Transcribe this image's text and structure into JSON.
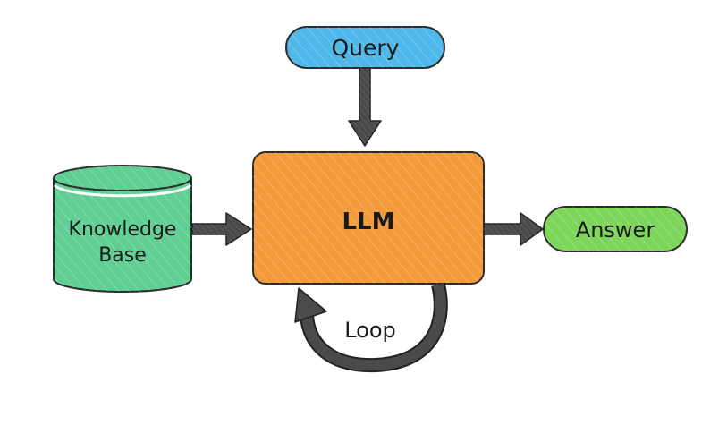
{
  "diagram": {
    "type": "flowchart",
    "colors": {
      "query": "#4fb8ea",
      "llm": "#f59a3a",
      "knowledge_base": "#5fcf93",
      "answer": "#7dd65a",
      "arrow": "#4a4a4a",
      "outline": "#2b2b2b"
    },
    "nodes": {
      "query": {
        "label": "Query",
        "shape": "pill"
      },
      "llm": {
        "label": "LLM",
        "shape": "rounded-rectangle"
      },
      "knowledge_base": {
        "label_line1": "Knowledge",
        "label_line2": "Base",
        "shape": "cylinder"
      },
      "answer": {
        "label": "Answer",
        "shape": "pill"
      }
    },
    "edges": [
      {
        "from": "Query",
        "to": "LLM"
      },
      {
        "from": "Knowledge Base",
        "to": "LLM"
      },
      {
        "from": "LLM",
        "to": "Answer"
      },
      {
        "from": "LLM",
        "to": "LLM",
        "label": "Loop"
      }
    ],
    "loop_label": "Loop"
  }
}
